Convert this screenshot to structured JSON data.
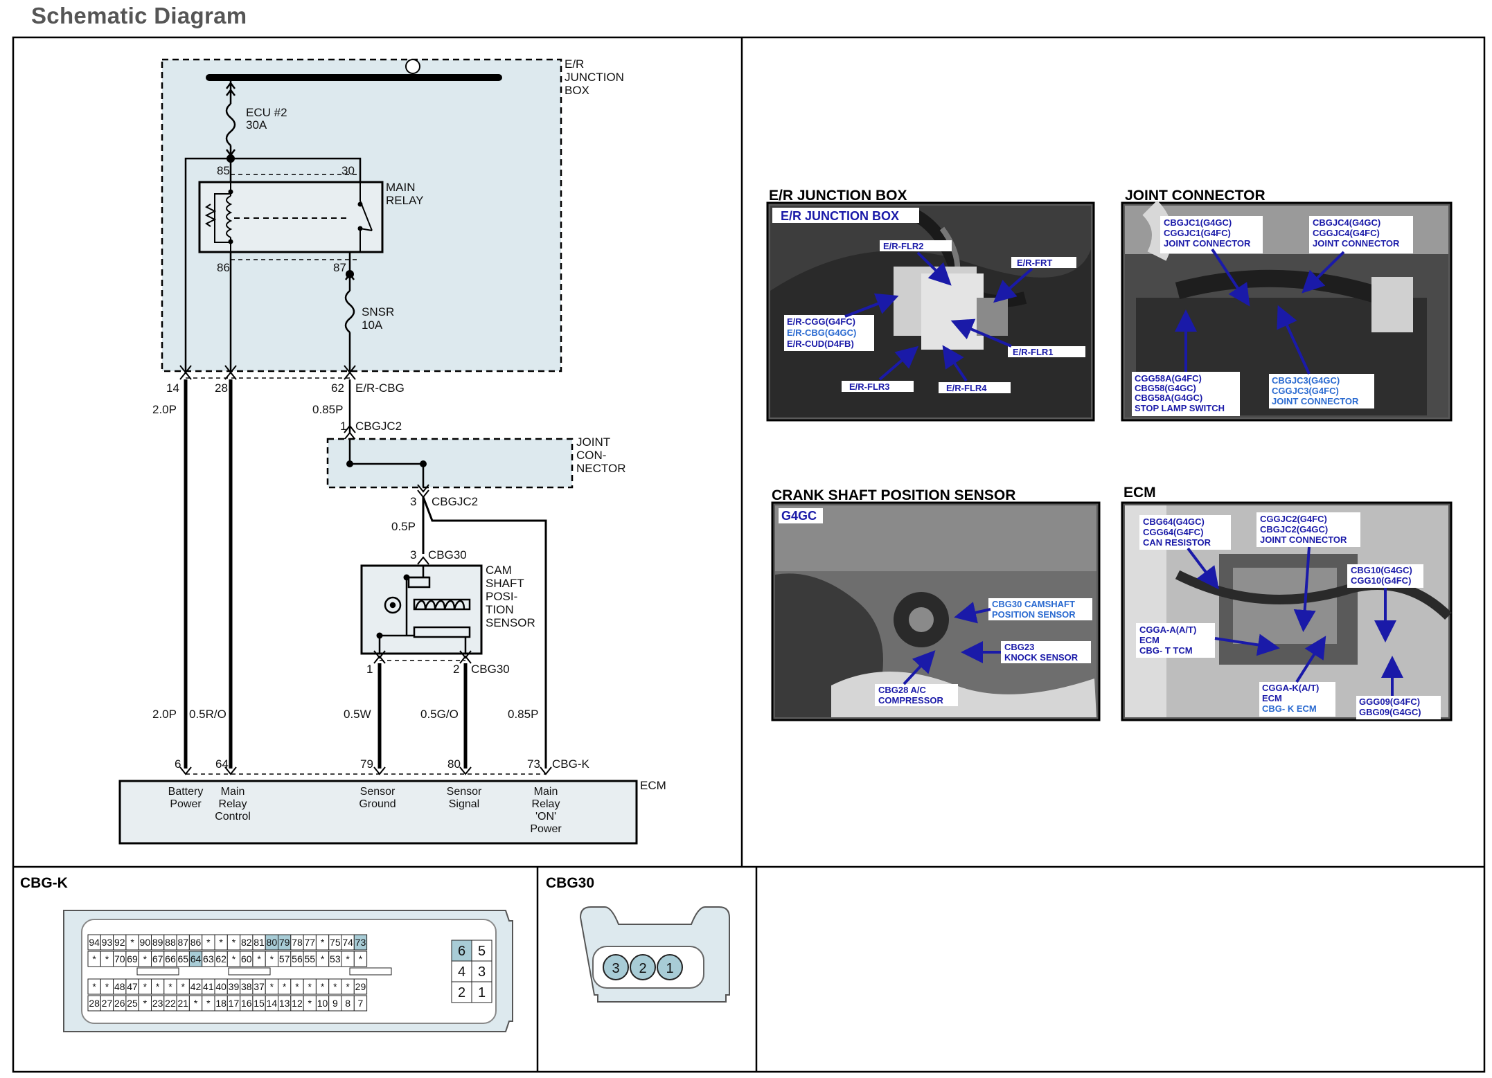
{
  "page_title": "Schematic Diagram",
  "schematic": {
    "junction_box_label": [
      "E/R",
      "JUNCTION",
      "BOX"
    ],
    "fuse1": [
      "ECU #2",
      "30A"
    ],
    "relay_label": [
      "MAIN",
      "RELAY"
    ],
    "relay_pins": [
      "85",
      "30",
      "86",
      "87"
    ],
    "fuse2": [
      "SNSR",
      "10A"
    ],
    "jb_pins": [
      "14",
      "28",
      "62"
    ],
    "jb_conn": "E/R-CBG",
    "wire_20p": "2.0P",
    "wire_085p": "0.85P",
    "jc_pin_in": "1",
    "jc_conn": "CBGJC2",
    "joint_label": [
      "JOINT",
      "CON-",
      "NECTOR"
    ],
    "jc_pin_out": "3",
    "jc_conn_out": "CBGJC2",
    "wire_05p": "0.5P",
    "sensor_pin_top": "3",
    "sensor_conn": "CBG30",
    "sensor_label": [
      "CAM",
      "SHAFT",
      "POSI-",
      "TION",
      "SENSOR"
    ],
    "sensor_pin1": "1",
    "sensor_pin2": "2",
    "sensor_conn_bottom": "CBG30",
    "wire_labels_lower": [
      "2.0P",
      "0.5R/O",
      "0.5W",
      "0.5G/O",
      "0.85P"
    ],
    "ecm_pins": [
      "6",
      "64",
      "79",
      "80",
      "73"
    ],
    "ecm_conn": "CBG-K",
    "ecm_label": "ECM",
    "ecm_terms": [
      [
        "Battery",
        "Power"
      ],
      [
        "Main",
        "Relay",
        "Control"
      ],
      [
        "Sensor",
        "Ground"
      ],
      [
        "Sensor",
        "Signal"
      ],
      [
        "Main",
        "Relay",
        "'ON'",
        "Power"
      ]
    ]
  },
  "photos": {
    "er_jb": {
      "title": "E/R JUNCTION BOX",
      "tag": "E/R JUNCTION BOX",
      "labels": [
        "E/R-FLR2",
        "E/R-FRT",
        "E/R-CGG(G4FC)",
        "E/R-CBG(G4GC)",
        "E/R-CUD(D4FB)",
        "E/R-FLR1",
        "E/R-FLR3",
        "E/R-FLR4"
      ]
    },
    "joint": {
      "title": "JOINT CONNECTOR",
      "labels_a": [
        "CBGJC1(G4GC)",
        "CGGJC1(G4FC)",
        "JOINT CONNECTOR"
      ],
      "labels_b": [
        "CBGJC4(G4GC)",
        "CGGJC4(G4FC)",
        "JOINT CONNECTOR"
      ],
      "labels_c": [
        "CGG58A(G4FC)",
        "CBG58(G4GC)",
        "CBG58A(G4GC)",
        "STOP LAMP SWITCH"
      ],
      "labels_d": [
        "CBGJC3(G4GC)",
        "CGGJC3(G4FC)",
        "JOINT CONNECTOR"
      ]
    },
    "crank": {
      "title": "CRANK SHAFT POSITION SENSOR",
      "tag": "G4GC",
      "labels_a": [
        "CBG30 CAMSHAFT",
        "POSITION SENSOR"
      ],
      "labels_b": [
        "CBG23",
        "KNOCK SENSOR"
      ],
      "labels_c": [
        "CBG28 A/C",
        "COMPRESSOR"
      ]
    },
    "ecm": {
      "title": "ECM",
      "labels_a": [
        "CBG64(G4GC)",
        "CGG64(G4FC)",
        "CAN RESISTOR"
      ],
      "labels_b": [
        "CGGJC2(G4FC)",
        "CBGJC2(G4GC)",
        "JOINT CONNECTOR"
      ],
      "labels_c": [
        "CBG10(G4GC)",
        "CGG10(G4FC)"
      ],
      "labels_d": [
        "CGGA-A(A/T)",
        "ECM",
        "CBG- T TCM"
      ],
      "labels_e": [
        "CGGA-K(A/T)",
        "ECM",
        "CBG- K ECM"
      ],
      "labels_f": [
        "GGG09(G4FC)",
        "GBG09(G4GC)"
      ]
    }
  },
  "connectors": {
    "cbgk": {
      "title": "CBG-K",
      "row1": [
        "94",
        "93",
        "92",
        "*",
        "90",
        "89",
        "88",
        "87",
        "86",
        "*",
        "*",
        "*",
        "82",
        "81",
        "80",
        "79",
        "78",
        "77",
        "*",
        "75",
        "74",
        "73"
      ],
      "row2": [
        "*",
        "*",
        "70",
        "69",
        "*",
        "67",
        "66",
        "65",
        "64",
        "63",
        "62",
        "*",
        "60",
        "*",
        "*",
        "57",
        "56",
        "55",
        "*",
        "53",
        "*",
        "*"
      ],
      "row3": [
        "*",
        "*",
        "48",
        "47",
        "*",
        "*",
        "*",
        "*",
        "42",
        "41",
        "40",
        "39",
        "38",
        "37",
        "*",
        "*",
        "*",
        "*",
        "*",
        "*",
        "*",
        "29"
      ],
      "row4": [
        "28",
        "27",
        "26",
        "25",
        "*",
        "23",
        "22",
        "21",
        "*",
        "*",
        "18",
        "17",
        "16",
        "15",
        "14",
        "13",
        "12",
        "*",
        "10",
        "9",
        "8",
        "7"
      ],
      "side": [
        "6",
        "5",
        "4",
        "3",
        "2",
        "1"
      ],
      "highlight": [
        "80",
        "79",
        "73",
        "64",
        "6"
      ]
    },
    "cbg30": {
      "title": "CBG30",
      "pins": [
        "3",
        "2",
        "1"
      ]
    }
  }
}
